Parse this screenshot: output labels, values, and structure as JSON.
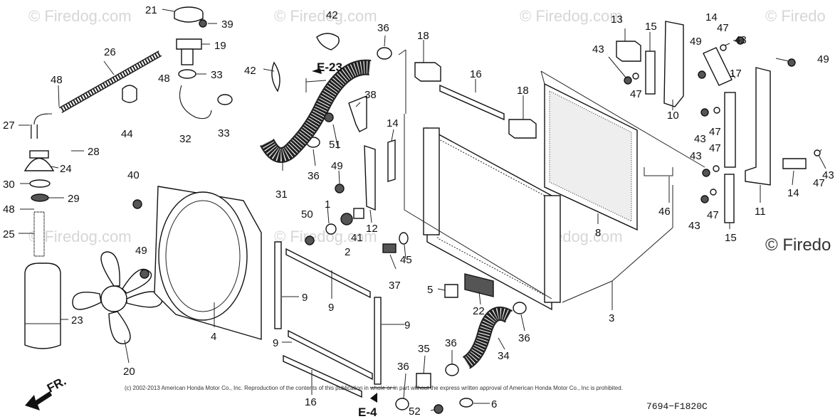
{
  "watermark": {
    "brand": "© Firedog.com",
    "brand_short": "© Firedo"
  },
  "copyright": "(c) 2002-2013 American Honda Motor Co., Inc. Reproduction of the contents of this publication in whole or in part without the express written approval of American Honda Motor Co., Inc is prohibited.",
  "diagram_code": "7694−F1820C",
  "direction_label": "FR.",
  "refs": {
    "e23": "E-23",
    "e4": "E-4"
  },
  "callouts": [
    "21",
    "39",
    "19",
    "48",
    "33",
    "32",
    "33",
    "26",
    "48",
    "27",
    "44",
    "28",
    "24",
    "30",
    "29",
    "48",
    "25",
    "23",
    "20",
    "49",
    "40",
    "4",
    "9",
    "9",
    "9",
    "9",
    "16",
    "42",
    "42",
    "36",
    "38",
    "51",
    "36",
    "31",
    "49",
    "1",
    "50",
    "2",
    "41",
    "12",
    "45",
    "37",
    "14",
    "18",
    "16",
    "18",
    "13",
    "43",
    "47",
    "15",
    "10",
    "49",
    "14",
    "47",
    "43",
    "43",
    "17",
    "47",
    "43",
    "47",
    "43",
    "47",
    "14",
    "47",
    "43",
    "49",
    "11",
    "15",
    "46",
    "8",
    "3",
    "5",
    "22",
    "36",
    "34",
    "35",
    "36",
    "36",
    "52",
    "6"
  ]
}
